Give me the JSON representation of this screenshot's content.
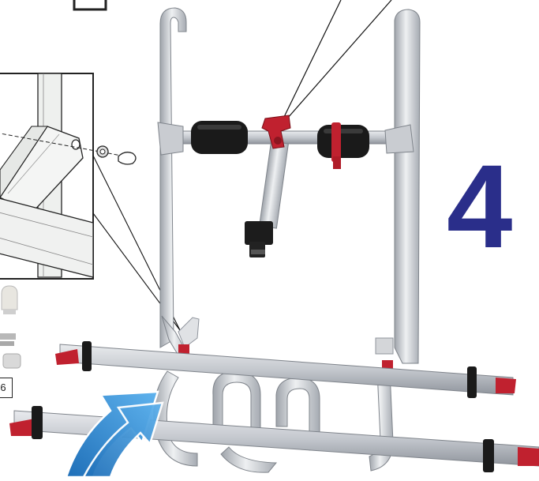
{
  "figure": {
    "step_number": "4",
    "part_label": "6",
    "colors": {
      "step_number": "#2a2e8a",
      "frame_aluminium": "#c9ccd1",
      "foam_padding": "#1a1a1a",
      "accent_red": "#c0212f",
      "arrow_blue": "#2f8fd6"
    },
    "icons": [
      "bike-rack-frame",
      "detail-inset",
      "screw-icon",
      "nut-icon",
      "cap-icon",
      "rotate-arrow-icon",
      "bike-clamp-icon",
      "knob-icon"
    ]
  }
}
